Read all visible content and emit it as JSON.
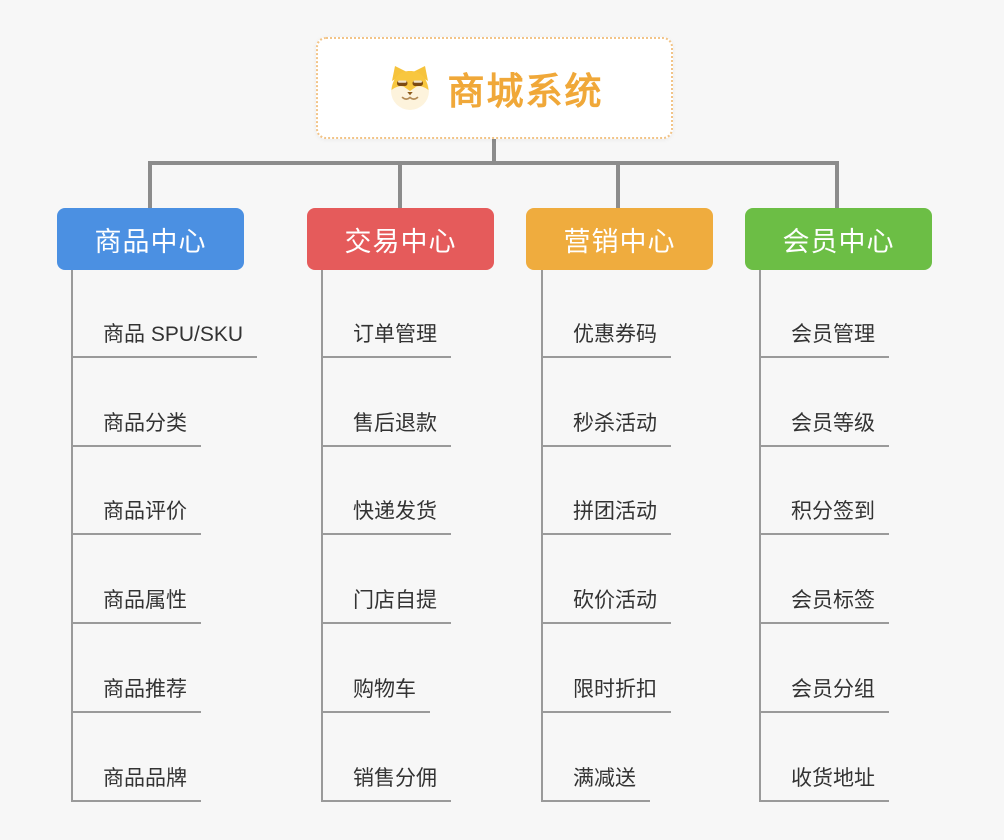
{
  "root": {
    "title": "商城系统",
    "icon": "shiba-dog-face-icon",
    "text_color": "#F0A839",
    "border_color": "#F2C488"
  },
  "colors": {
    "background": "#F7F7F7",
    "connector": "#8C8C8C",
    "leaf_text": "#333333"
  },
  "branches": [
    {
      "label": "商品中心",
      "color": "#4B90E2",
      "items": [
        "商品 SPU/SKU",
        "商品分类",
        "商品评价",
        "商品属性",
        "商品推荐",
        "商品品牌"
      ]
    },
    {
      "label": "交易中心",
      "color": "#E55B5B",
      "items": [
        "订单管理",
        "售后退款",
        "快递发货",
        "门店自提",
        "购物车",
        "销售分佣"
      ]
    },
    {
      "label": "营销中心",
      "color": "#EFAC3E",
      "items": [
        "优惠券码",
        "秒杀活动",
        "拼团活动",
        "砍价活动",
        "限时折扣",
        "满减送"
      ]
    },
    {
      "label": "会员中心",
      "color": "#6CBE45",
      "items": [
        "会员管理",
        "会员等级",
        "积分签到",
        "会员标签",
        "会员分组",
        "收货地址"
      ]
    }
  ]
}
